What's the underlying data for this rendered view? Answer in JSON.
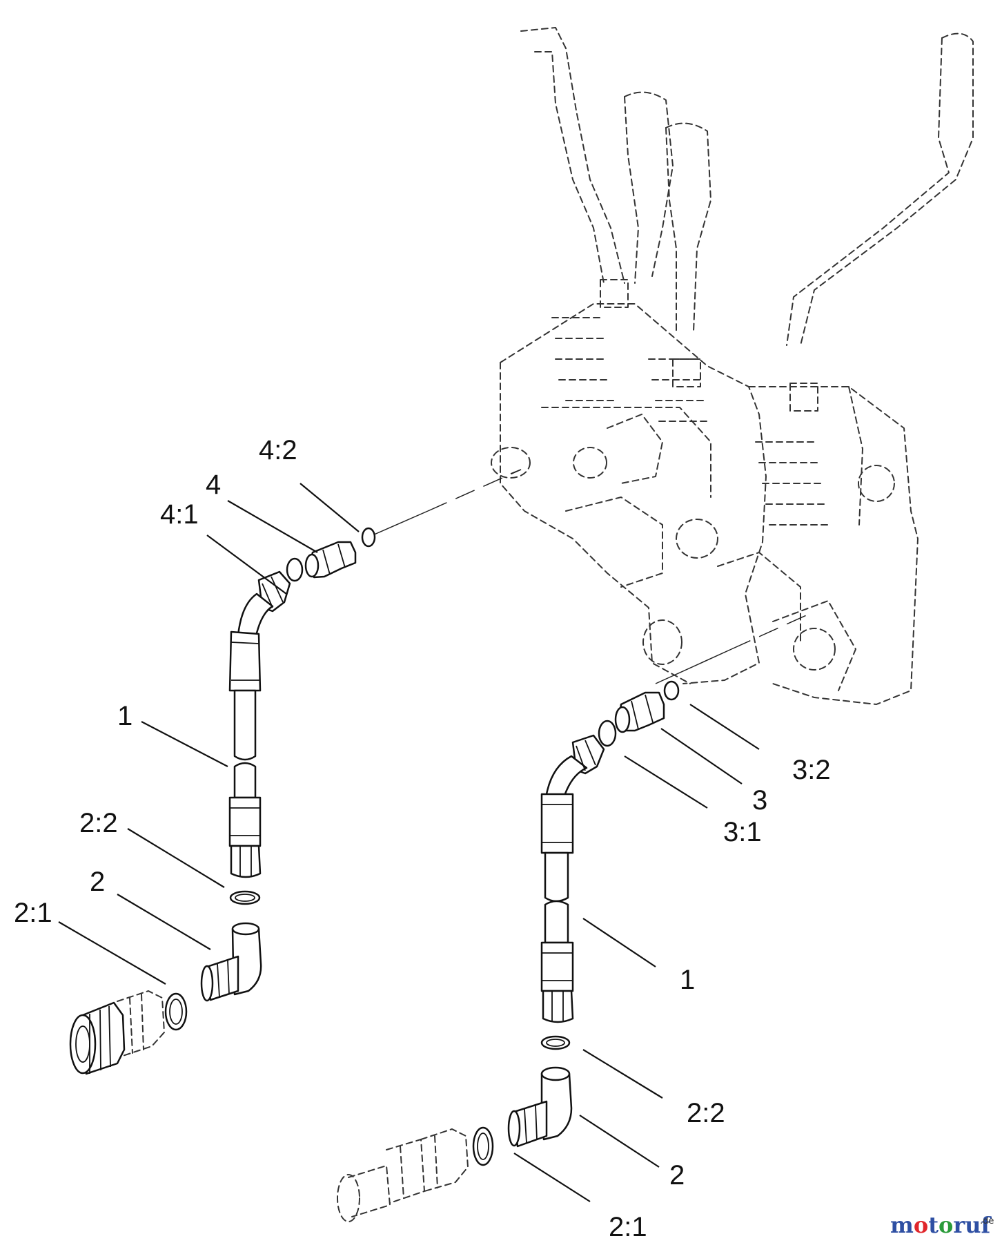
{
  "labels": {
    "l1": "4:2",
    "l2": "4",
    "l3": "4:1",
    "l4": "1",
    "l5": "2:2",
    "l6": "2",
    "l7": "2:1",
    "l8": "3:2",
    "l9": "3",
    "l10": "3:1",
    "l11": "1",
    "l12": "2:2",
    "l13": "2",
    "l14": "2:1"
  },
  "watermark": {
    "text": "motoruf",
    "tld": ".de",
    "colors": [
      "#2e4fa3",
      "#e0262b",
      "#2a9b3a",
      "#f2a100"
    ]
  }
}
